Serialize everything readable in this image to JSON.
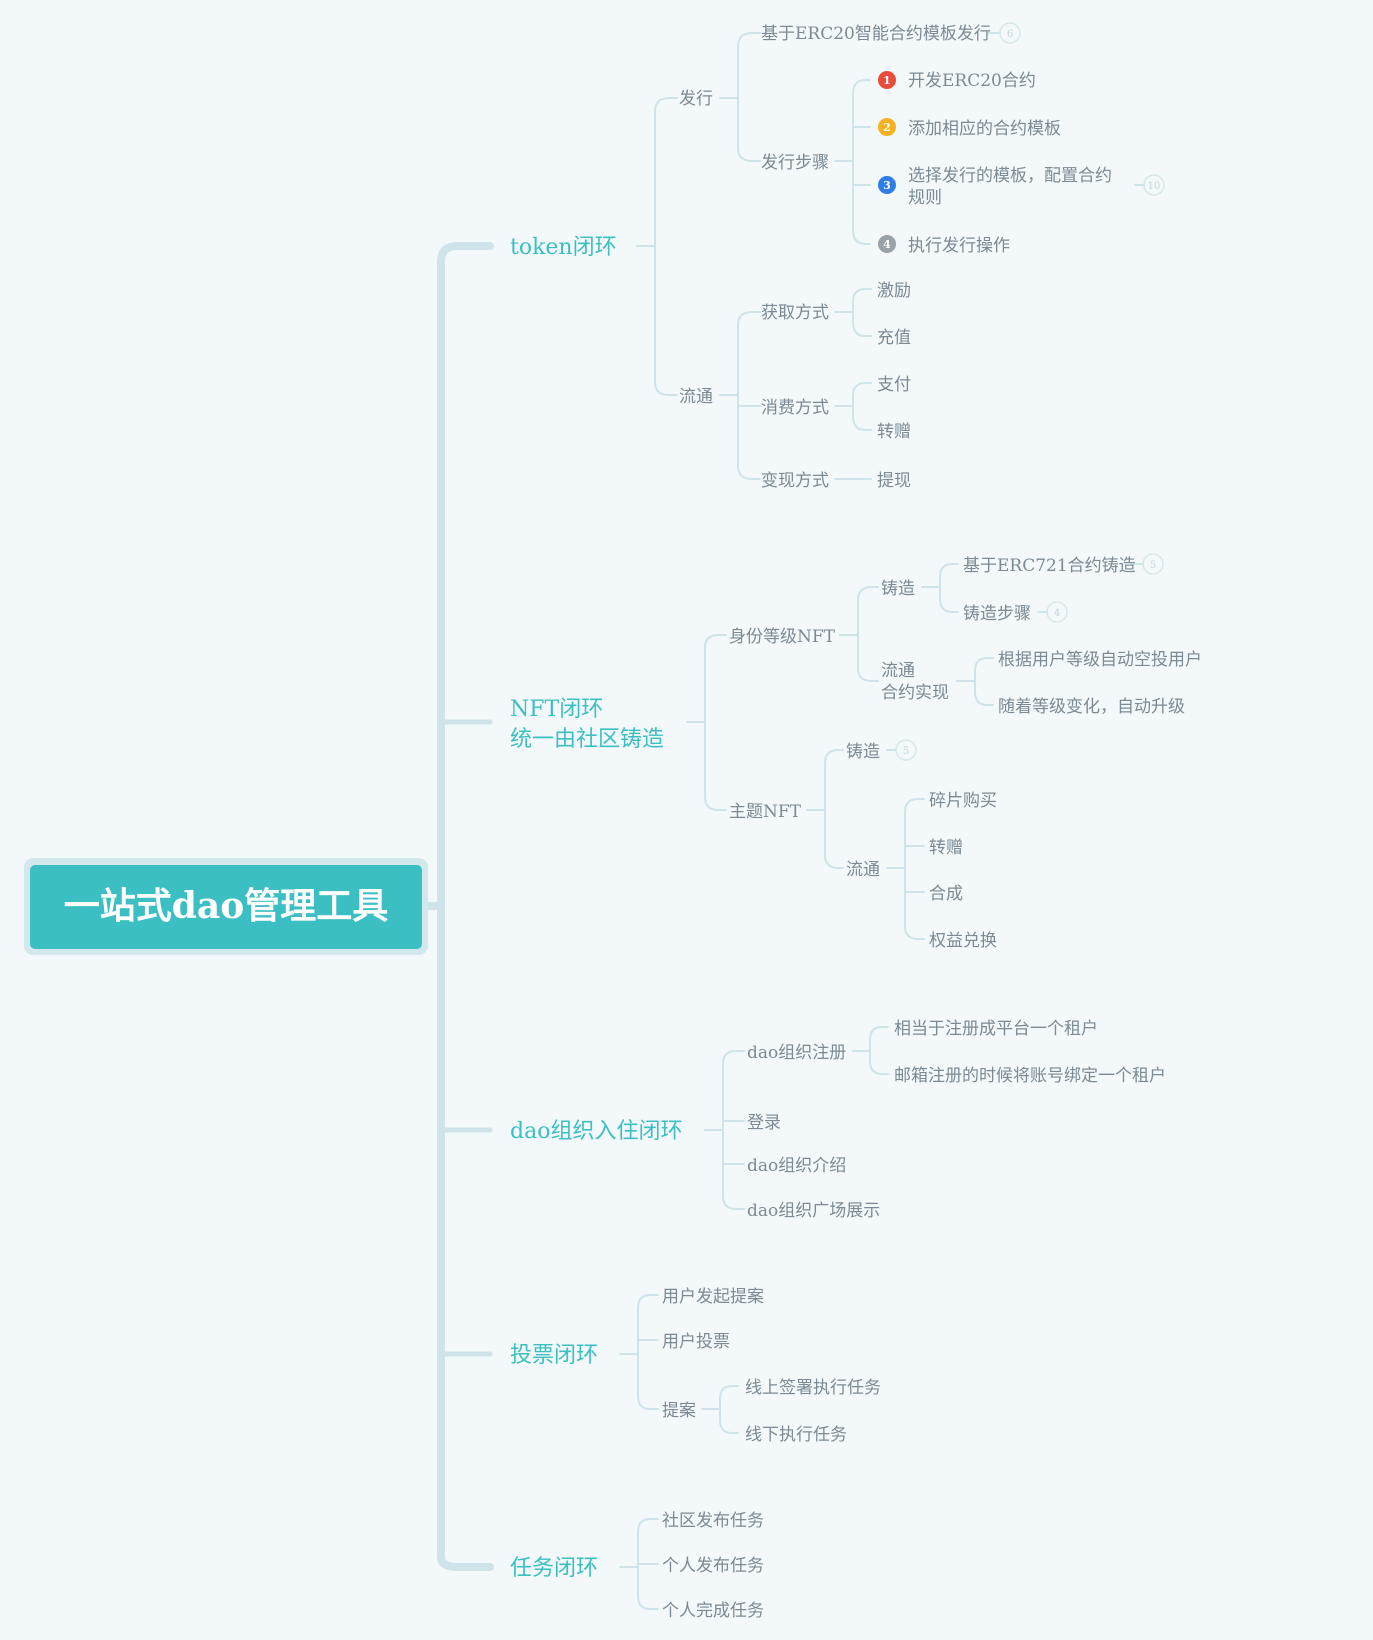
{
  "root": {
    "title": "一站式dao管理工具"
  },
  "branches": [
    {
      "title": "token闭环",
      "children": [
        {
          "title": "发行",
          "children": [
            {
              "title": "基于ERC20智能合约模板发行",
              "badge": "6"
            },
            {
              "title": "发行步骤",
              "steps": [
                {
                  "number": "1",
                  "color": "#e94b3c",
                  "title": "开发ERC20合约"
                },
                {
                  "number": "2",
                  "color": "#f5b120",
                  "title": "添加相应的合约模板"
                },
                {
                  "number": "3",
                  "color": "#2f7ee8",
                  "line1": "选择发行的模板，配置合约",
                  "line2": "规则",
                  "badge": "10"
                },
                {
                  "number": "4",
                  "color": "#9aa3a8",
                  "title": "执行发行操作"
                }
              ]
            }
          ]
        },
        {
          "title": "流通",
          "children": [
            {
              "title": "获取方式",
              "children": [
                "激励",
                "充值"
              ]
            },
            {
              "title": "消费方式",
              "children": [
                "支付",
                "转赠"
              ]
            },
            {
              "title": "变现方式",
              "children": [
                "提现"
              ]
            }
          ]
        }
      ]
    },
    {
      "line1": "NFT闭环",
      "line2": "统一由社区铸造",
      "children": [
        {
          "title": "身份等级NFT",
          "children": [
            {
              "title": "铸造",
              "children": [
                {
                  "title": "基于ERC721合约铸造",
                  "badge": "5"
                },
                {
                  "title": "铸造步骤",
                  "badge": "4"
                }
              ]
            },
            {
              "line1": "流通",
              "line2": "合约实现",
              "children": [
                "根据用户等级自动空投用户",
                "随着等级变化，自动升级"
              ]
            }
          ]
        },
        {
          "title": "主题NFT",
          "children": [
            {
              "title": "铸造",
              "badge": "5"
            },
            {
              "title": "流通",
              "children": [
                "碎片购买",
                "转赠",
                "合成",
                "权益兑换"
              ]
            }
          ]
        }
      ]
    },
    {
      "title": "dao组织入住闭环",
      "children": [
        {
          "title": "dao组织注册",
          "children": [
            "相当于注册成平台一个租户",
            "邮箱注册的时候将账号绑定一个租户"
          ]
        },
        {
          "title": "登录"
        },
        {
          "title": "dao组织介绍"
        },
        {
          "title": "dao组织广场展示"
        }
      ]
    },
    {
      "title": "投票闭环",
      "children": [
        {
          "title": "用户发起提案"
        },
        {
          "title": "用户投票"
        },
        {
          "title": "提案",
          "children": [
            "线上签署执行任务",
            "线下执行任务"
          ]
        }
      ]
    },
    {
      "title": "任务闭环",
      "children": [
        {
          "title": "社区发布任务"
        },
        {
          "title": "个人发布任务"
        },
        {
          "title": "个人完成任务"
        }
      ]
    }
  ]
}
